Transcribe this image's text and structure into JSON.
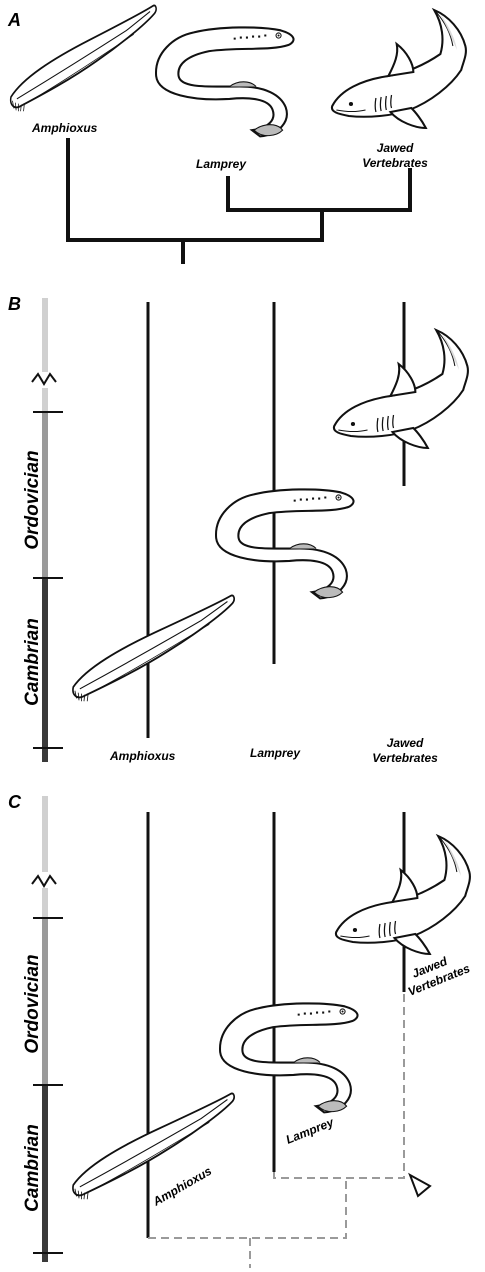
{
  "panels": {
    "a": {
      "letter": "A",
      "labels": {
        "amphioxus": "Amphioxus",
        "lamprey": "Lamprey",
        "jawed_line1": "Jawed",
        "jawed_line2": "Vertebrates"
      }
    },
    "b": {
      "letter": "B",
      "period_upper": "Ordovician",
      "period_lower": "Cambrian",
      "labels": {
        "amphioxus": "Amphioxus",
        "lamprey": "Lamprey",
        "jawed_line1": "Jawed",
        "jawed_line2": "Vertebrates"
      }
    },
    "c": {
      "letter": "C",
      "period_upper": "Ordovician",
      "period_lower": "Cambrian",
      "labels": {
        "amphioxus": "Amphioxus",
        "lamprey": "Lamprey",
        "jawed_line1": "Jawed",
        "jawed_line2": "Vertebrates"
      }
    }
  },
  "colors": {
    "line": "#222222",
    "dashed": "#9a9a9a",
    "timescale_light": "#d0d0d0",
    "timescale_mid": "#9a9a9a",
    "timescale_dark": "#3a3a3a"
  },
  "icons": [
    "amphioxus-icon",
    "lamprey-icon",
    "shark-icon",
    "arrowhead-icon"
  ]
}
